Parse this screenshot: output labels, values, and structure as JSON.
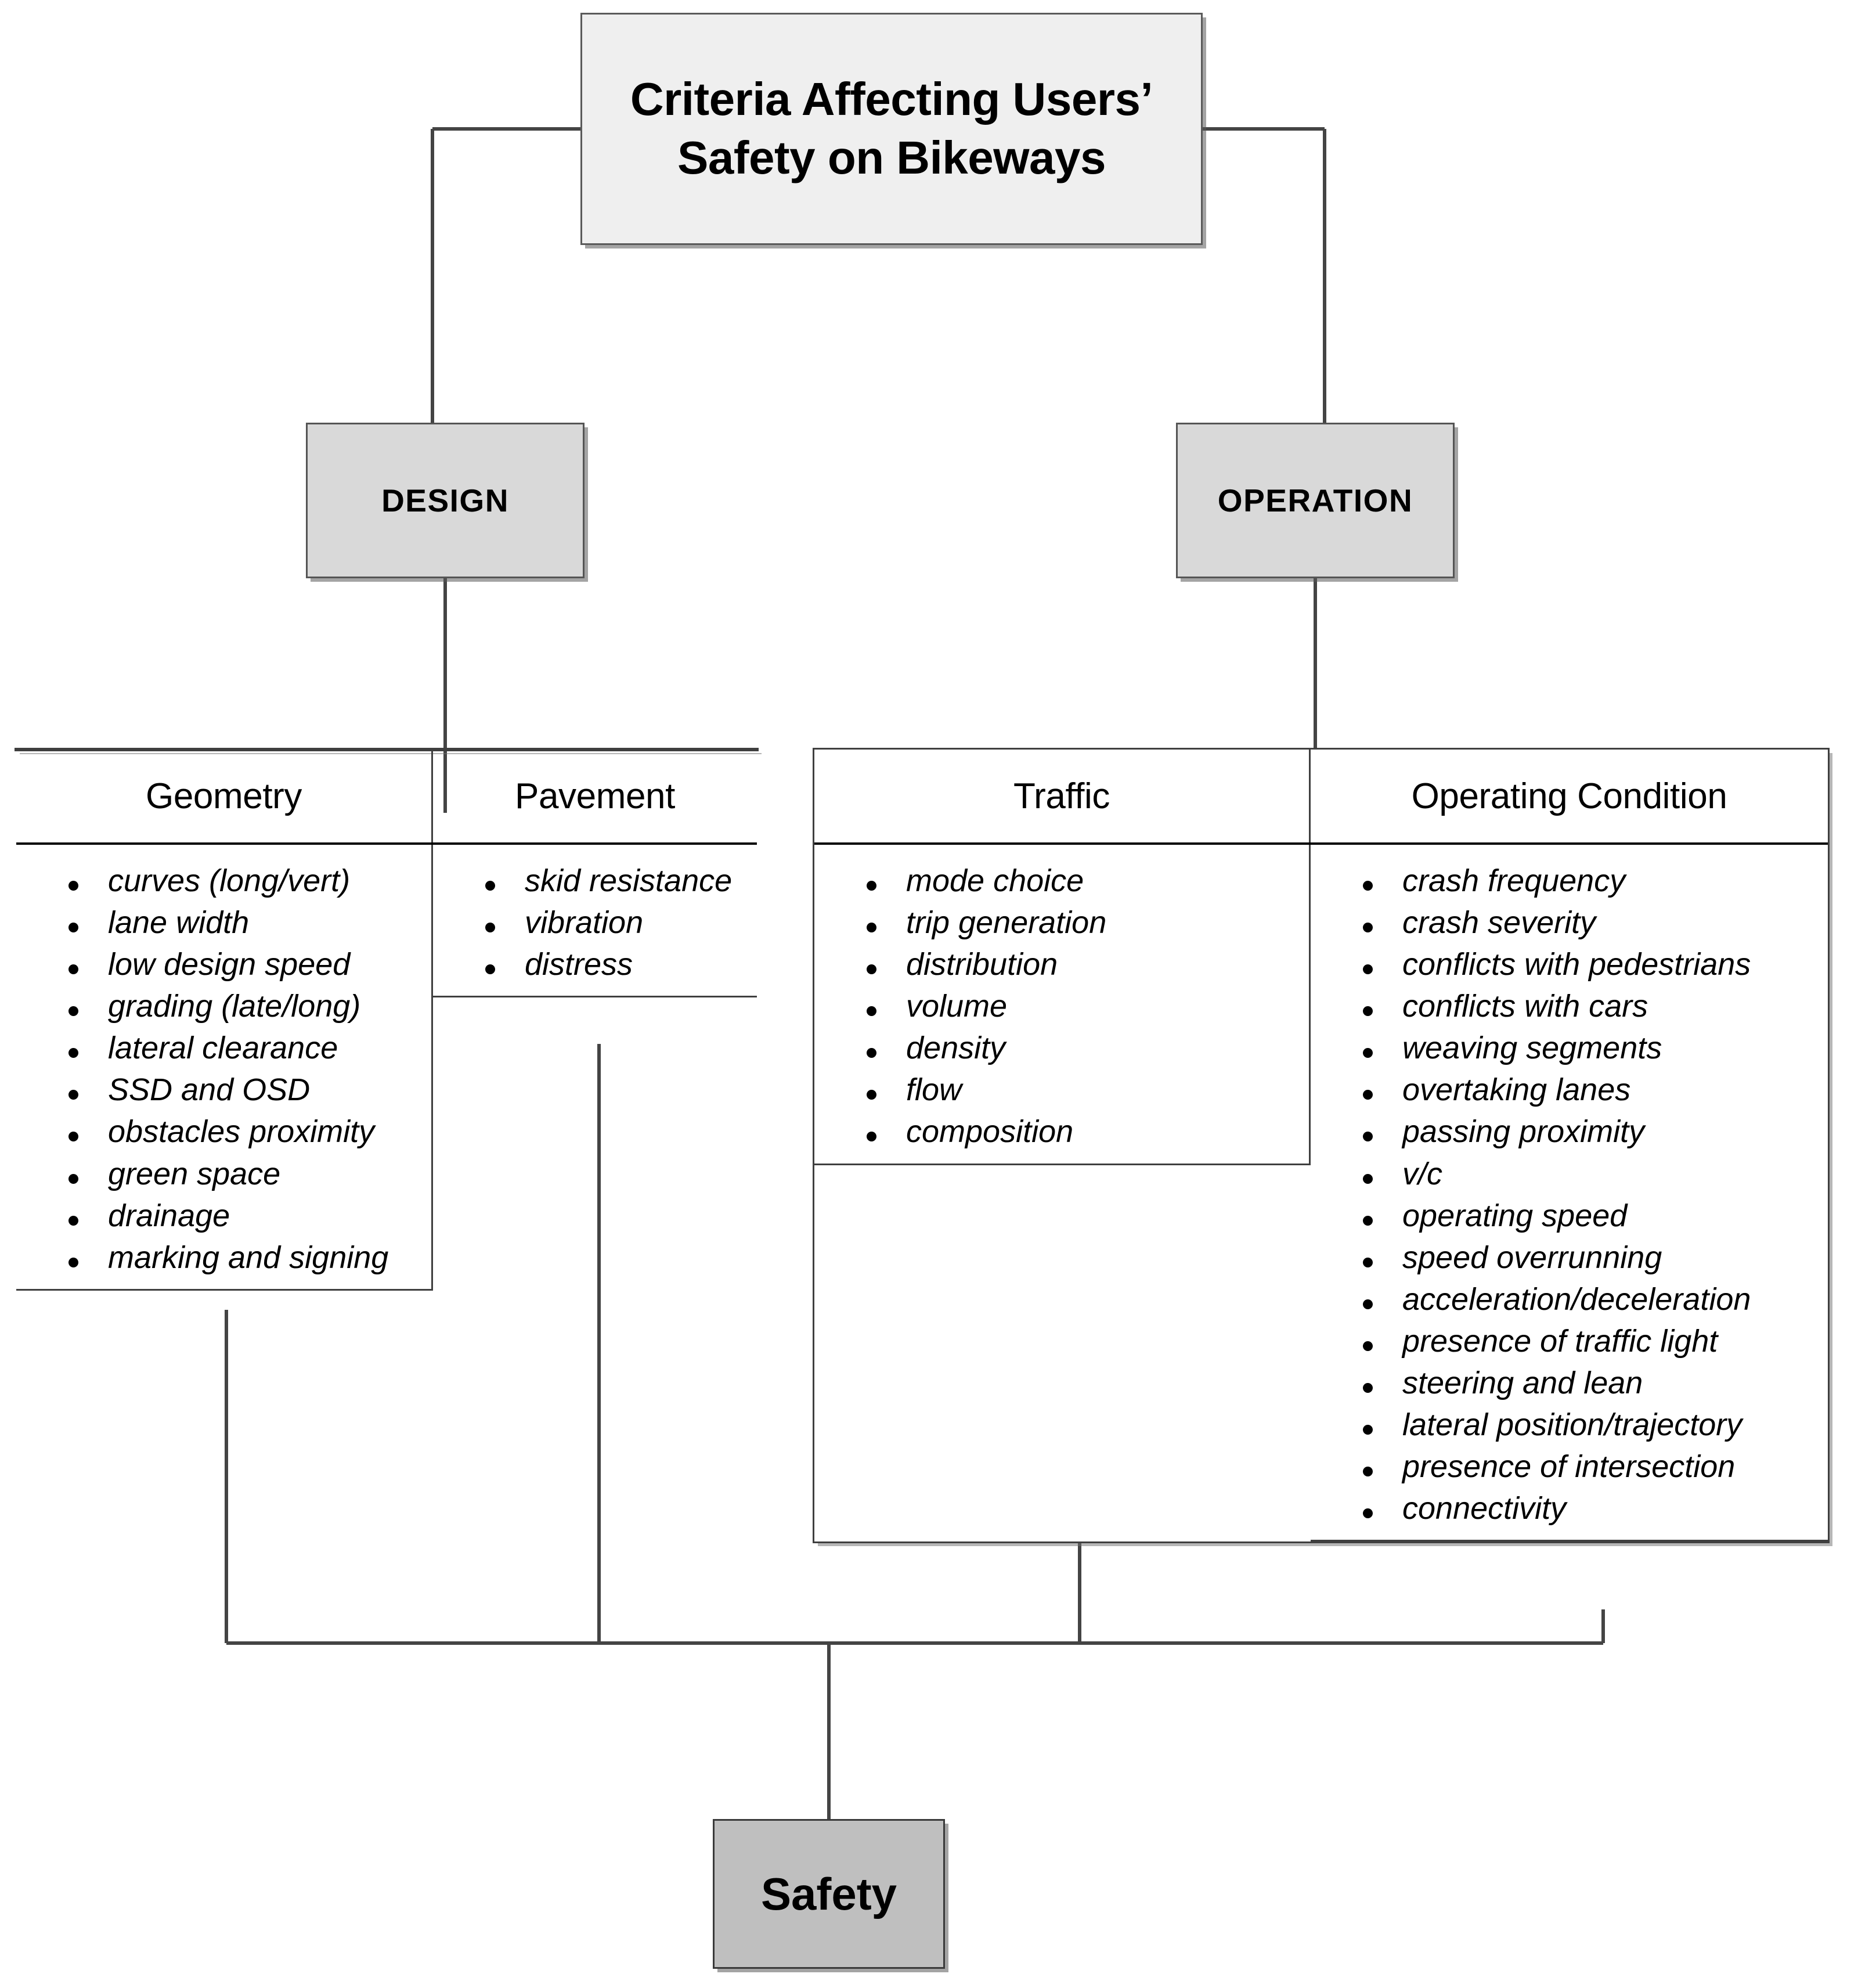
{
  "root": {
    "title_line1": "Criteria Affecting Users’",
    "title_line2": "Safety on Bikeways"
  },
  "branches": {
    "design": "DESIGN",
    "operation": "OPERATION"
  },
  "outcome": {
    "label": "Safety"
  },
  "groups": [
    {
      "parent": "DESIGN",
      "columns": [
        {
          "header": "Geometry",
          "items": [
            "curves (long/vert)",
            "lane width",
            "low design speed",
            "grading (late/long)",
            "lateral clearance",
            "SSD and OSD",
            "obstacles proximity",
            "green space",
            "drainage",
            "marking and signing"
          ]
        },
        {
          "header": "Pavement",
          "items": [
            "skid resistance",
            "vibration",
            "distress"
          ]
        }
      ]
    },
    {
      "parent": "OPERATION",
      "columns": [
        {
          "header": "Traffic",
          "items": [
            "mode choice",
            "trip generation",
            "distribution",
            "volume",
            "density",
            "flow",
            "composition"
          ]
        },
        {
          "header": "Operating Condition",
          "items": [
            "crash frequency",
            "crash severity",
            "conflicts with pedestrians",
            "conflicts with cars",
            "weaving segments",
            "overtaking lanes",
            "passing proximity",
            "v/c",
            "operating speed",
            "speed overrunning",
            "acceleration/deceleration",
            "presence of traffic light",
            "steering and lean",
            "lateral position/trajectory",
            "presence of intersection",
            "connectivity"
          ]
        }
      ]
    }
  ],
  "colors": {
    "root_fill": "#efefef",
    "branch_fill": "#d9d9d9",
    "outcome_fill": "#bfbfbf",
    "line": "#444444",
    "border": "#3f3f3f"
  }
}
